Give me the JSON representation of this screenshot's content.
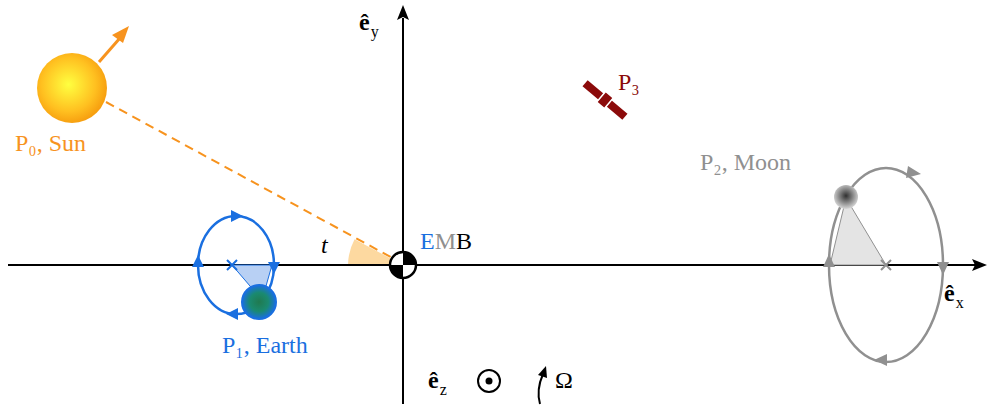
{
  "diagram": {
    "labels": [
      "ê",
      "y",
      "ê",
      "x",
      "ê",
      "z",
      "Ω",
      "t",
      "P₀, Sun",
      "P₁, Earth",
      "P₂, Moon",
      "P₃",
      "E",
      "M",
      "B"
    ]
  }
}
